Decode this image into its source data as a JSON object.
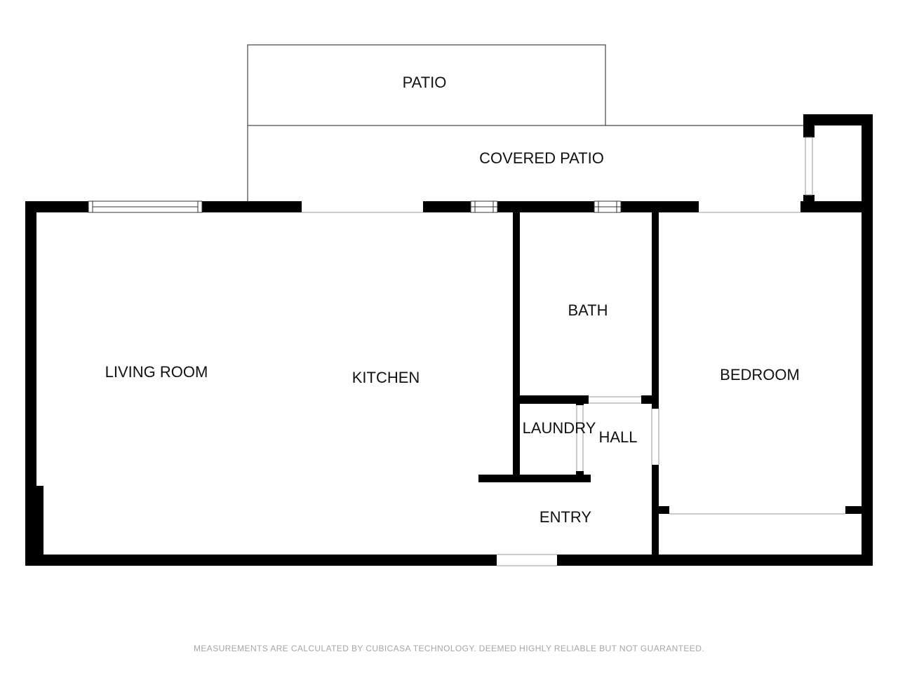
{
  "rooms": {
    "patio": "PATIO",
    "covered_patio": "COVERED PATIO",
    "living_room": "LIVING ROOM",
    "kitchen": "KITCHEN",
    "bath": "BATH",
    "bedroom": "BEDROOM",
    "laundry": "LAUNDRY",
    "hall": "HALL",
    "entry": "ENTRY"
  },
  "footer": {
    "disclaimer": "MEASUREMENTS ARE CALCULATED BY CUBICASA TECHNOLOGY. DEEMED HIGHLY RELIABLE BUT NOT GUARANTEED."
  },
  "colors": {
    "wall": "#000000",
    "thin_line": "#444444",
    "label": "#111111",
    "disclaimer": "#a6a6a6"
  }
}
